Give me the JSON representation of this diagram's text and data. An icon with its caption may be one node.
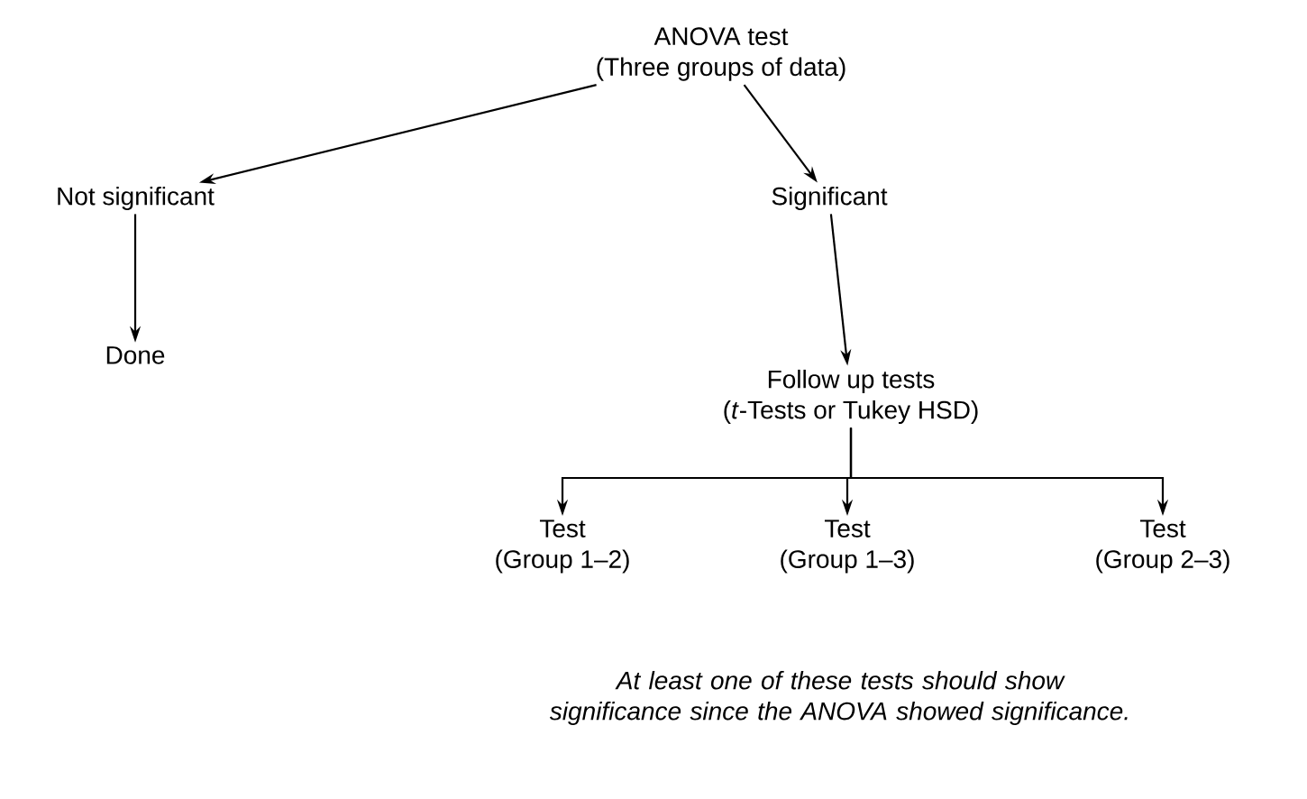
{
  "diagram": {
    "nodes": [
      {
        "text": [
          "ANOVA test",
          "(Three groups of data)"
        ]
      },
      {
        "text": [
          "Not significant"
        ]
      },
      {
        "text": [
          "Significant"
        ]
      },
      {
        "text": [
          "Done"
        ]
      },
      {
        "text": [
          "Follow up tests",
          "(*t*-Tests or Tukey HSD)"
        ]
      },
      {
        "text": [
          "Test",
          "(Group 1–2)"
        ]
      },
      {
        "text": [
          "Test",
          "(Group 1–3)"
        ]
      },
      {
        "text": [
          "Test",
          "(Group 2–3)"
        ]
      }
    ],
    "edges": [
      {
        "from": 0,
        "to": 1,
        "arrow": "to"
      },
      {
        "from": 0,
        "to": 2,
        "arrow": "to"
      },
      {
        "from": 1,
        "to": 3,
        "arrow": "to"
      },
      {
        "from": 2,
        "to": 4,
        "arrow": "to"
      },
      {
        "from": 4,
        "to": 5,
        "arrow": "to"
      },
      {
        "from": 4,
        "to": 6,
        "arrow": "to"
      },
      {
        "from": 4,
        "to": 7,
        "arrow": "to"
      }
    ],
    "labels": [
      "At least one of these tests should show significance since the ANOVA showed significance."
    ]
  }
}
